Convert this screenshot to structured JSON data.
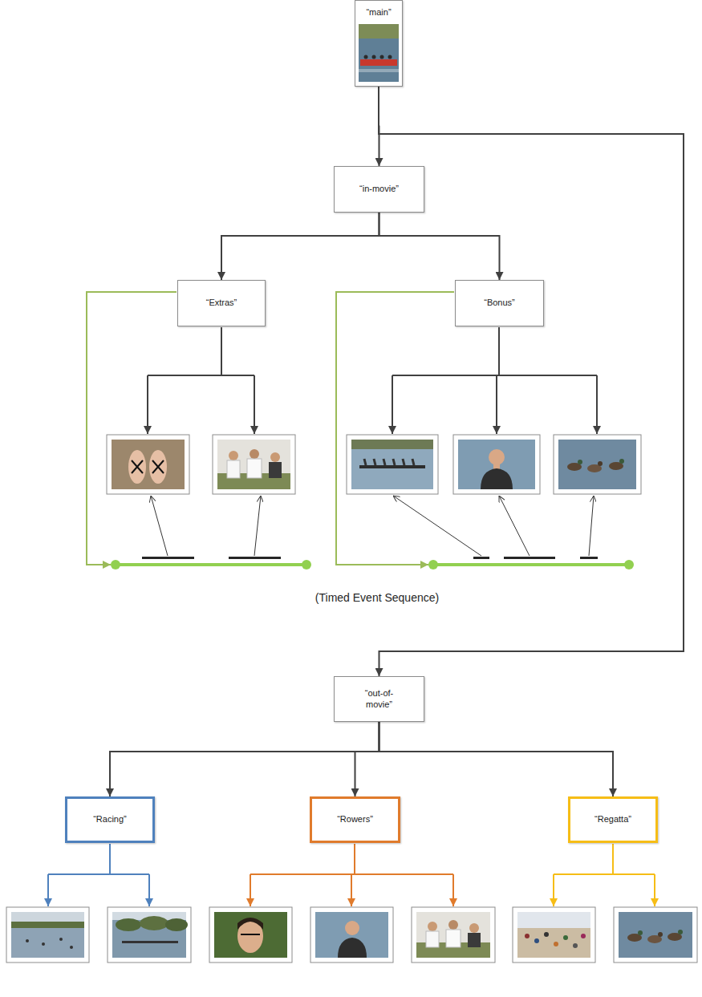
{
  "diagram": {
    "nodes": [
      {
        "text": [
          "“main”"
        ]
      },
      {
        "text": [
          "“in-movie”"
        ]
      },
      {
        "text": [
          "“Extras”"
        ]
      },
      {
        "text": [
          "“Bonus”"
        ]
      },
      {
        "text": [
          "“out-of-movie”"
        ]
      },
      {
        "text": [
          "“Racing”"
        ]
      },
      {
        "text": [
          "“Rowers”"
        ]
      },
      {
        "text": [
          "“Regatta”"
        ]
      }
    ],
    "edges": [
      {
        "from": 0,
        "to": 1,
        "arrow": "to"
      },
      {
        "from": 0,
        "to": 4,
        "arrow": "to"
      },
      {
        "from": 1,
        "to": 2,
        "arrow": "to"
      },
      {
        "from": 1,
        "to": 3,
        "arrow": "to"
      },
      {
        "from": 4,
        "to": 5,
        "arrow": "to"
      },
      {
        "from": 4,
        "to": 6,
        "arrow": "to"
      },
      {
        "from": 4,
        "to": 7,
        "arrow": "to"
      }
    ],
    "labels": [
      "(Timed Event Sequence)"
    ]
  }
}
